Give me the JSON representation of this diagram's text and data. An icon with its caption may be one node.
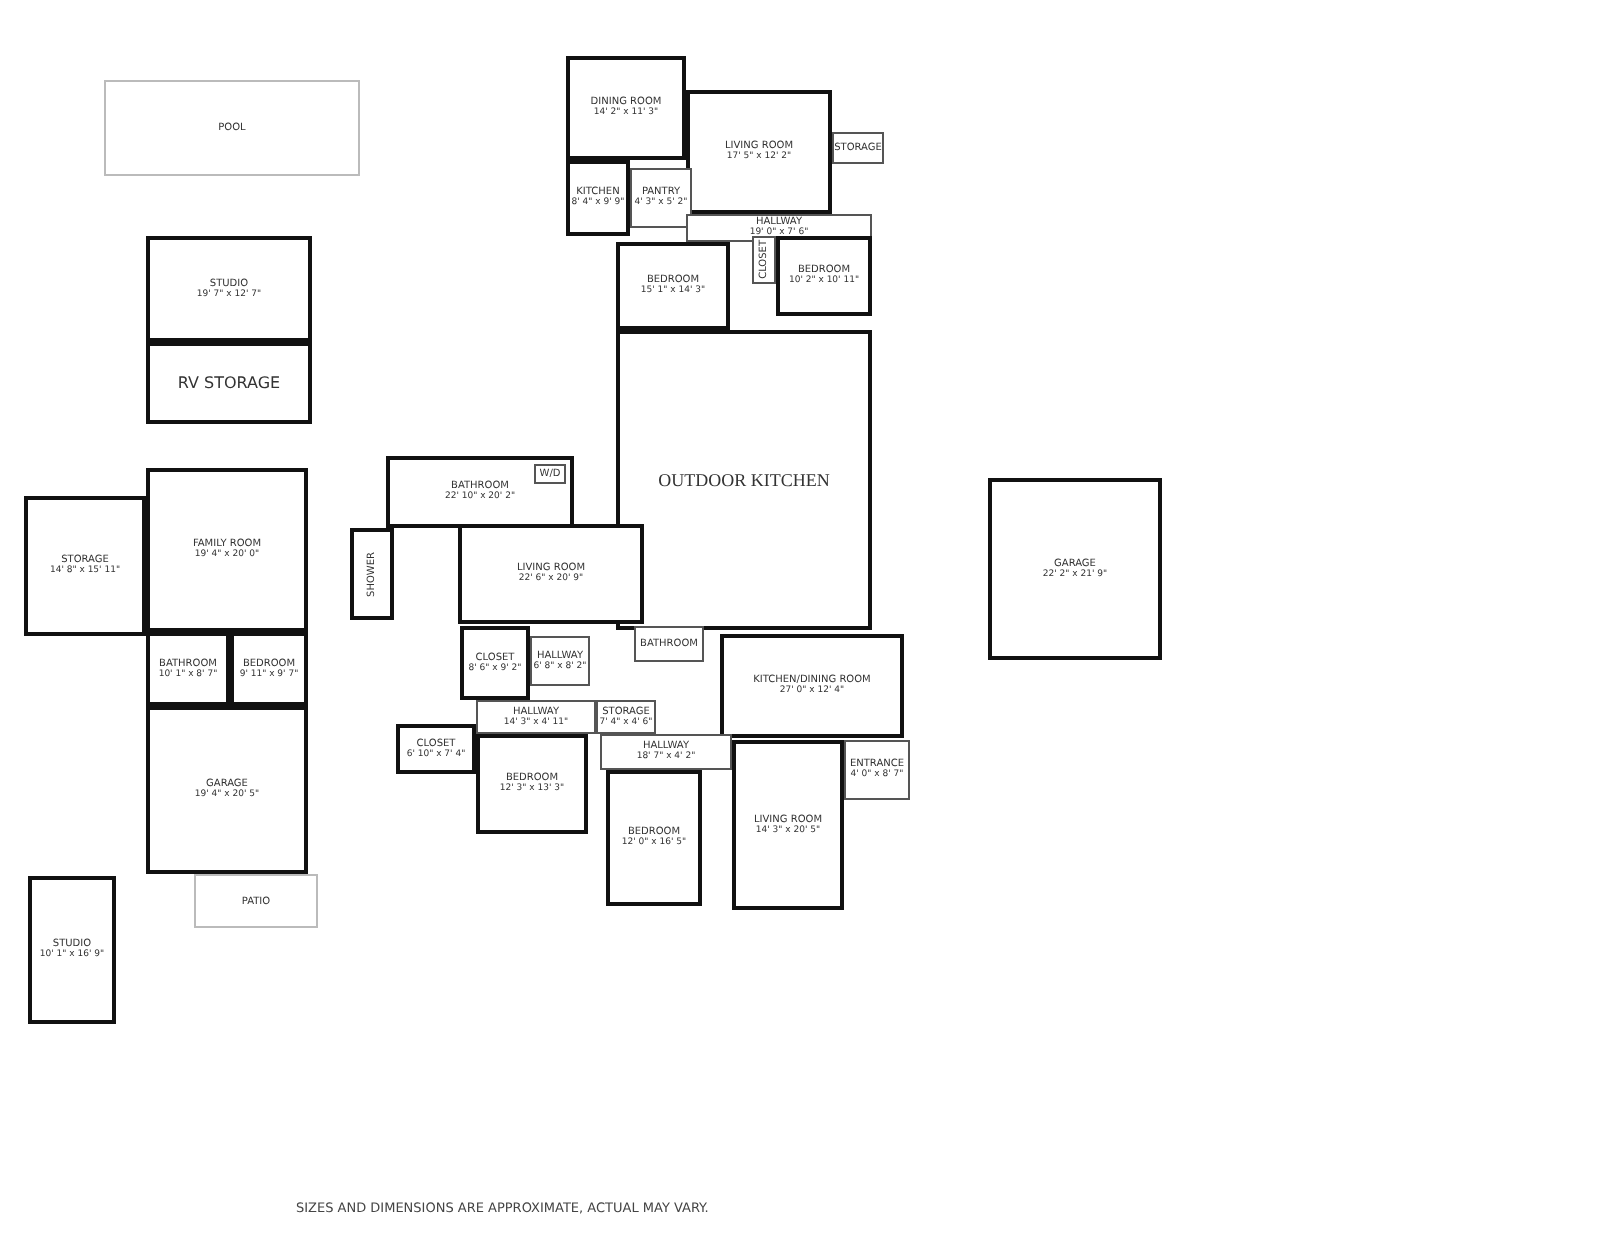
{
  "diagram": {
    "nodes": [
      {
        "text": [
          "POOL"
        ]
      },
      {
        "text": [
          "STUDIO",
          "19' 7\" x 12' 7\""
        ]
      },
      {
        "text": [
          "RV STORAGE"
        ]
      },
      {
        "text": [
          "STORAGE",
          "14' 8\" x 15' 11\""
        ]
      },
      {
        "text": [
          "FAMILY ROOM",
          "19' 4\" x 20' 0\""
        ]
      },
      {
        "text": [
          "BATHROOM",
          "10' 1\" x 8' 7\""
        ]
      },
      {
        "text": [
          "BEDROOM",
          "9' 11\" x 9' 7\""
        ]
      },
      {
        "text": [
          "GARAGE",
          "19' 4\" x 20' 5\""
        ]
      },
      {
        "text": [
          "PATIO"
        ]
      },
      {
        "text": [
          "STUDIO",
          "10' 1\" x 16' 9\""
        ]
      },
      {
        "text": [
          "DINING ROOM",
          "14' 2\" x 11' 3\""
        ]
      },
      {
        "text": [
          "LIVING ROOM",
          "17' 5\" x 12' 2\""
        ]
      },
      {
        "text": [
          "KITCHEN",
          "8' 4\" x 9' 9\""
        ]
      },
      {
        "text": [
          "PANTRY",
          "4' 3\" x 5' 2\""
        ]
      },
      {
        "text": [
          "STORAGE"
        ]
      },
      {
        "text": [
          "HALLWAY",
          "19' 0\" x 7' 6\""
        ]
      },
      {
        "text": [
          "BEDROOM",
          "15' 1\" x 14' 3\""
        ]
      },
      {
        "text": [
          "BEDROOM",
          "10' 2\" x 10' 11\""
        ]
      },
      {
        "text": [
          "CLOSET"
        ]
      },
      {
        "text": [
          "OUTDOOR KITCHEN"
        ]
      },
      {
        "text": [
          "BATHROOM",
          "22' 10\" x 20' 2\""
        ]
      },
      {
        "text": [
          "W/D"
        ],
        "in": 20
      },
      {
        "text": [
          "SHOWER"
        ]
      },
      {
        "text": [
          "LIVING ROOM",
          "22' 6\" x 20' 9\""
        ]
      },
      {
        "text": [
          "CLOSET",
          "8' 6\" x 9' 2\""
        ]
      },
      {
        "text": [
          "HALLWAY",
          "6' 8\" x 8' 2\""
        ]
      },
      {
        "text": [
          "HALLWAY",
          "14' 3\" x 4' 11\""
        ]
      },
      {
        "text": [
          "STORAGE",
          "7' 4\" x 4' 6\""
        ]
      },
      {
        "text": [
          "CLOSET",
          "6' 10\" x 7' 4\""
        ]
      },
      {
        "text": [
          "BEDROOM",
          "12' 3\" x 13' 3\""
        ]
      },
      {
        "text": [
          "KITCHEN/DINING ROOM",
          "27' 0\" x 12' 4\""
        ]
      },
      {
        "text": [
          "HALLWAY",
          "18' 7\" x 4' 2\""
        ]
      },
      {
        "text": [
          "BEDROOM",
          "12' 0\" x 16' 5\""
        ]
      },
      {
        "text": [
          "LIVING ROOM",
          "14' 3\" x 20' 5\""
        ]
      },
      {
        "text": [
          "ENTRANCE",
          "4' 0\" x 8' 7\""
        ]
      },
      {
        "text": [
          "GARAGE",
          "22' 2\" x 21' 9\""
        ]
      },
      {
        "text": [
          "BATHROOM"
        ]
      }
    ],
    "labels": [
      "SIZES AND DIMENSIONS ARE APPROXIMATE, ACTUAL MAY VARY."
    ]
  }
}
